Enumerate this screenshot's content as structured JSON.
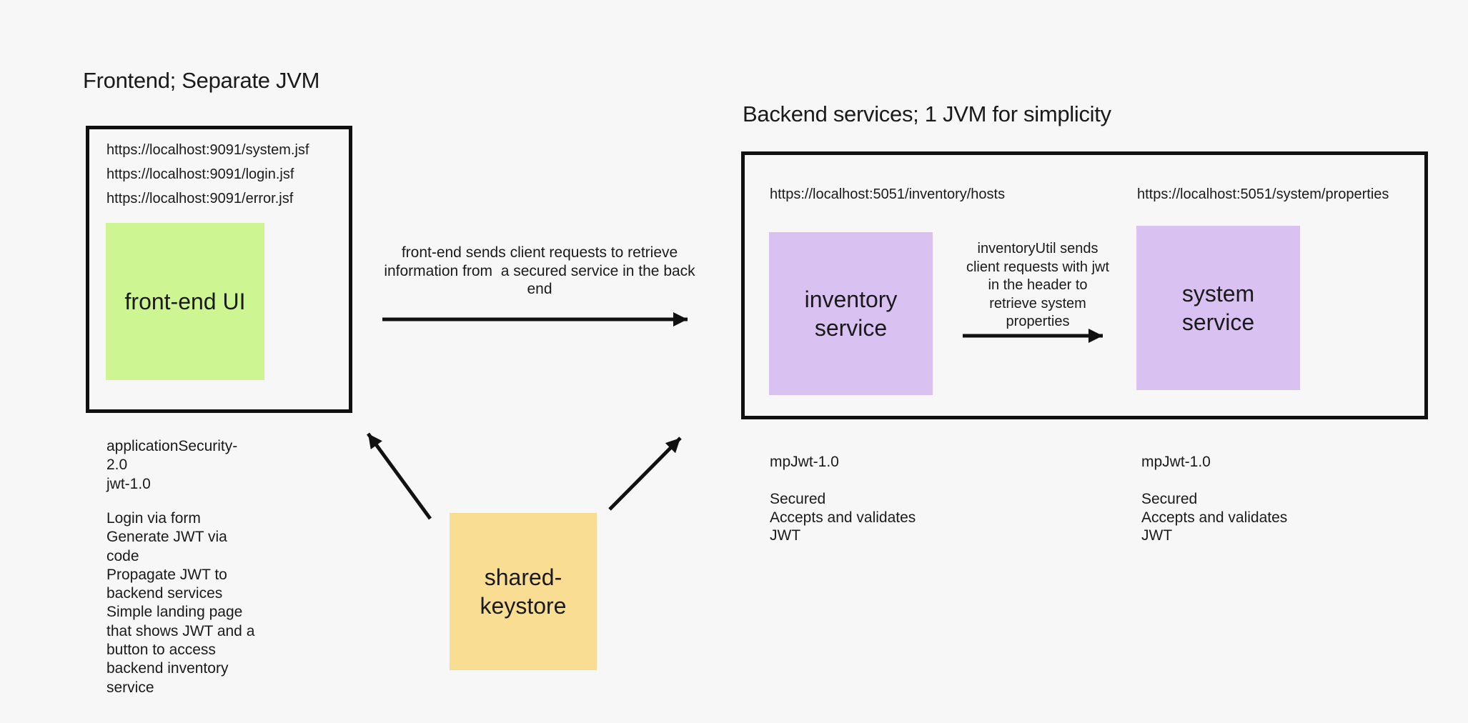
{
  "palette": {
    "background": "#F7F7F8",
    "line": "#111111",
    "text": "#1A1A1A",
    "frontend_fill": "#CDF592",
    "service_fill": "#D9C2F2",
    "keystore_fill": "#F9DD93"
  },
  "frontend": {
    "title": "Frontend; Separate JVM",
    "urls": [
      "https://localhost:9091/system.jsf",
      "https://localhost:9091/login.jsf",
      "https://localhost:9091/error.jsf"
    ],
    "node_label": "front-end UI",
    "features_note": "applicationSecurity-\n2.0\njwt-1.0",
    "details_note": "Login via form\nGenerate JWT via\ncode\nPropagate JWT to\nbackend services\nSimple landing page\nthat shows JWT and a\nbutton to access\nbackend inventory\nservice"
  },
  "backend": {
    "title": "Backend services; 1 JVM for simplicity",
    "inventory": {
      "url": "https://localhost:5051/inventory/hosts",
      "node_label": "inventory\nservice",
      "feature_note": "mpJwt-1.0",
      "security_note": "Secured\nAccepts and validates\nJWT"
    },
    "system": {
      "url": "https://localhost:5051/system/properties",
      "node_label": "system\nservice",
      "feature_note": "mpJwt-1.0",
      "security_note": "Secured\nAccepts and validates\nJWT"
    }
  },
  "keystore": {
    "node_label": "shared-\nkeystore"
  },
  "arrows": {
    "frontend_to_backend_label": "front-end sends client requests to retrieve\ninformation from  a secured service in the back\nend",
    "inventory_to_system_label": "inventoryUtil sends\nclient requests with jwt\nin the header to\nretrieve system\nproperties"
  }
}
